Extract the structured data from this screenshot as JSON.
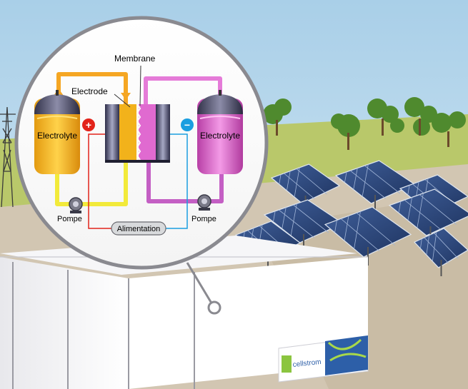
{
  "labels": {
    "membrane": "Membrane",
    "electrode": "Electrode",
    "electrolyte_left": "Electrolyte",
    "electrolyte_right": "Electrolyte",
    "pump_left": "Pompe",
    "pump_right": "Pompe",
    "power_supply": "Alimentation",
    "positive": "+",
    "negative": "−",
    "brand": "cellstrom"
  },
  "colors": {
    "sky": "#bcd9ec",
    "ground": "#d2c6b2",
    "positive_electrolyte": "#f2b21b",
    "negative_electrolyte": "#e06ad0",
    "positive_pipe": "#f5a623",
    "negative_pipe": "#e57bd8",
    "return_pipe_positive": "#f2ea3a",
    "return_pipe_negative": "#c45fc4",
    "positive_sign": "#e2231a",
    "negative_sign": "#1a9ee0",
    "wire_positive": "#e2231a",
    "wire_negative": "#1a9ee0"
  }
}
